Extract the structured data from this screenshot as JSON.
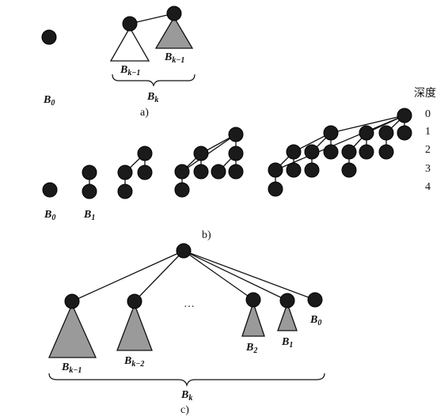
{
  "panel_a": {
    "caption": "a)",
    "b0": {
      "main": "B",
      "sub": "0"
    },
    "left_sub": {
      "main": "B",
      "sub": "k−1"
    },
    "right_sub": {
      "main": "B",
      "sub": "k−1"
    },
    "brace_label": {
      "main": "B",
      "sub": "k"
    }
  },
  "panel_b": {
    "caption": "b)",
    "depth_header": "深度",
    "depths": [
      "0",
      "1",
      "2",
      "3",
      "4"
    ],
    "tree_labels": [
      {
        "main": "B",
        "sub": "0"
      },
      {
        "main": "B",
        "sub": "1"
      }
    ]
  },
  "panel_c": {
    "caption": "c)",
    "ellipsis": "…",
    "subtrees": [
      {
        "main": "B",
        "sub": "k−1"
      },
      {
        "main": "B",
        "sub": "k−2"
      },
      {
        "main": "B",
        "sub": "2"
      },
      {
        "main": "B",
        "sub": "1"
      },
      {
        "main": "B",
        "sub": "0"
      }
    ],
    "brace_label": {
      "main": "B",
      "sub": "k"
    }
  }
}
